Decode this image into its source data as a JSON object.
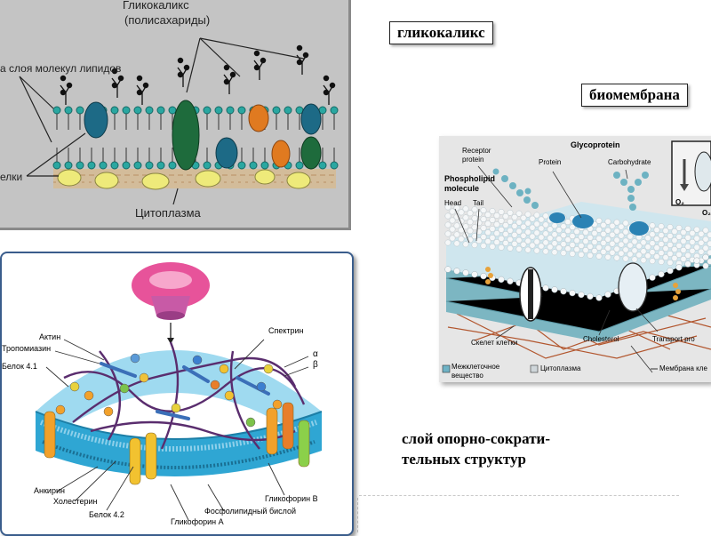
{
  "captions": {
    "glycocalyx_box": "гликокаликс",
    "biomembrane_box": "биомембрана",
    "support_line1": "слой опорно-сократи-",
    "support_line2": "тельных  структур"
  },
  "membrane_diagram": {
    "glycocalyx_title": "Гликокаликс",
    "glycocalyx_sub": "(полисахариды)",
    "lipid_layers": "а слоя молекул липидов",
    "proteins": "елки",
    "cytoplasm": "Цитоплазма"
  },
  "cytoskeleton_diagram": {
    "actin": "Актин",
    "tropomyosin": "Тропомиазин",
    "band41": "Белок 4.1",
    "spectrin": "Спектрин",
    "alpha": "α",
    "beta": "β",
    "ankyrin": "Анкирин",
    "cholesterol": "Холестерин",
    "band42": "Белок 4.2",
    "glycophorinA": "Гликофорин А",
    "bilayer": "Фосфолипидный бислой",
    "glycophorinB": "Гликофорин В"
  },
  "biomembrane_diagram": {
    "glycoprotein": "Glycoprotein",
    "receptor1": "Receptor",
    "receptor2": "protein",
    "protein": "Protein",
    "carbohydrate": "Carbohydrate",
    "phospholipid1": "Phospholipid",
    "phospholipid2": "molecule",
    "head": "Head",
    "tail": "Tail",
    "skeleton": "Скелет клетки",
    "cholesterol": "Cholesterol",
    "transport": "Transport pro",
    "legend_extra1": "Межклеточное",
    "legend_extra2": "вещество",
    "legend_cyto": "Цитоплазма",
    "legend_membrane": "Мембрана кле",
    "o2": "O₂",
    "o2b": "O₂"
  }
}
